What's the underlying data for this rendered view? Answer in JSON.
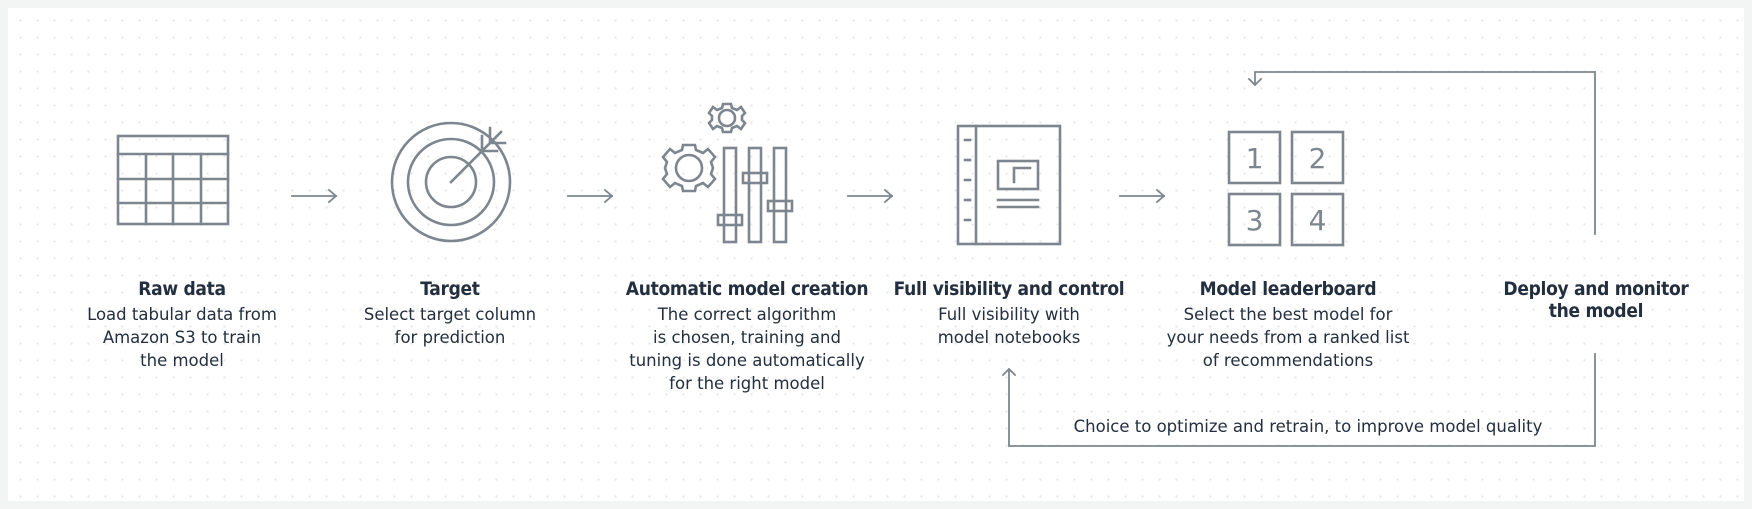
{
  "steps": [
    {
      "title": "Raw data",
      "description": "Load tabular data from\nAmazon S3 to train\nthe model",
      "icon": "table-icon"
    },
    {
      "title": "Target",
      "description": "Select target column\nfor prediction",
      "icon": "target-icon"
    },
    {
      "title": "Automatic model creation",
      "description": "The correct algorithm\nis chosen, training and\ntuning is done automatically\nfor the right model",
      "icon": "gears-sliders-icon"
    },
    {
      "title": "Full visibility and control",
      "description": "Full visibility with\nmodel notebooks",
      "icon": "notebook-icon"
    },
    {
      "title": "Model leaderboard",
      "description": "Select the best model for\nyour needs from a ranked list\nof recommendations",
      "icon": "leaderboard-icon"
    },
    {
      "title": "Deploy and monitor\nthe model",
      "description": "",
      "icon": ""
    }
  ],
  "leaderboard_numbers": [
    "1",
    "2",
    "3",
    "4"
  ],
  "loop_label": "Choice to optimize and retrain, to improve model quality",
  "colors": {
    "icon_stroke": "#7d868e",
    "text": "#232f3e",
    "background": "#f3f4f4"
  }
}
